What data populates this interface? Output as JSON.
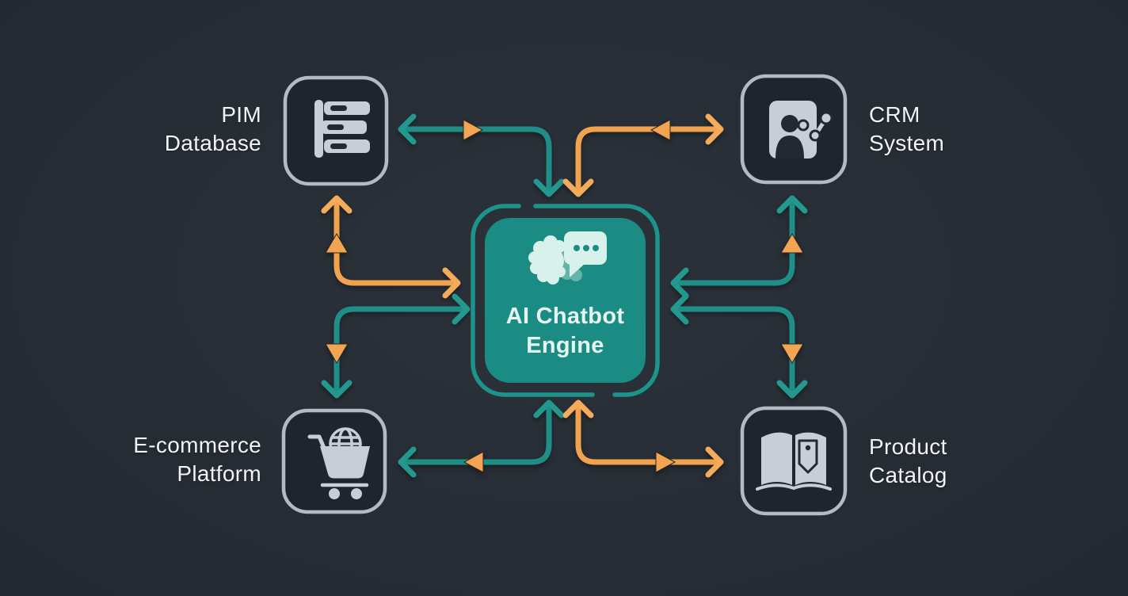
{
  "diagram": {
    "kind": "integration-architecture",
    "background_color": "#232930",
    "colors": {
      "teal_connector": "#1F8E86",
      "orange_connector": "#F2A452",
      "node_border": "#B3BAC2",
      "node_icon": "#C7CED8",
      "center_fill": "#1B8C83",
      "center_outline": "#1D948B",
      "label_text": "#F2F4F6",
      "center_text": "#E7F5F1"
    },
    "center": {
      "label_line1": "AI Chatbot",
      "label_line2": "Engine",
      "icon": "brain-chat-icon"
    },
    "nodes": {
      "pim": {
        "label_line1": "PIM",
        "label_line2": "Database",
        "icon": "server-stack-icon",
        "position": "top-left",
        "label_side": "left"
      },
      "crm": {
        "label_line1": "CRM",
        "label_line2": "System",
        "icon": "contact-analytics-icon",
        "position": "top-right",
        "label_side": "right"
      },
      "ecommerce": {
        "label_line1": "E-commerce",
        "label_line2": "Platform",
        "icon": "cart-globe-icon",
        "position": "bottom-left",
        "label_side": "left"
      },
      "catalog": {
        "label_line1": "Product",
        "label_line2": "Catalog",
        "icon": "book-tag-icon",
        "position": "bottom-right",
        "label_side": "right"
      }
    },
    "connectors": [
      {
        "between": [
          "PIM Database",
          "AI Chatbot Engine"
        ],
        "route": "top",
        "color": "teal",
        "arrows": "both-ends",
        "mid_marker": "orange-triangle-right"
      },
      {
        "between": [
          "CRM System",
          "AI Chatbot Engine"
        ],
        "route": "top",
        "color": "orange",
        "arrows": "both-ends",
        "mid_marker": "orange-triangle-left"
      },
      {
        "between": [
          "PIM Database",
          "AI Chatbot Engine"
        ],
        "route": "left",
        "color": "orange",
        "arrows": "both-ends",
        "mid_marker": "orange-triangle-up"
      },
      {
        "between": [
          "E-commerce Platform",
          "AI Chatbot Engine"
        ],
        "route": "left",
        "color": "teal",
        "arrows": "both-ends",
        "mid_marker": "orange-triangle-down"
      },
      {
        "between": [
          "CRM System",
          "AI Chatbot Engine"
        ],
        "route": "right",
        "color": "teal",
        "arrows": "both-ends",
        "mid_marker": "orange-triangle-up"
      },
      {
        "between": [
          "Product Catalog",
          "AI Chatbot Engine"
        ],
        "route": "right",
        "color": "teal",
        "arrows": "both-ends",
        "mid_marker": "orange-triangle-down"
      },
      {
        "between": [
          "E-commerce Platform",
          "AI Chatbot Engine"
        ],
        "route": "bottom",
        "color": "teal",
        "arrows": "both-ends",
        "mid_marker": "orange-triangle-left"
      },
      {
        "between": [
          "Product Catalog",
          "AI Chatbot Engine"
        ],
        "route": "bottom",
        "color": "orange",
        "arrows": "both-ends",
        "mid_marker": "orange-triangle-right"
      }
    ]
  }
}
